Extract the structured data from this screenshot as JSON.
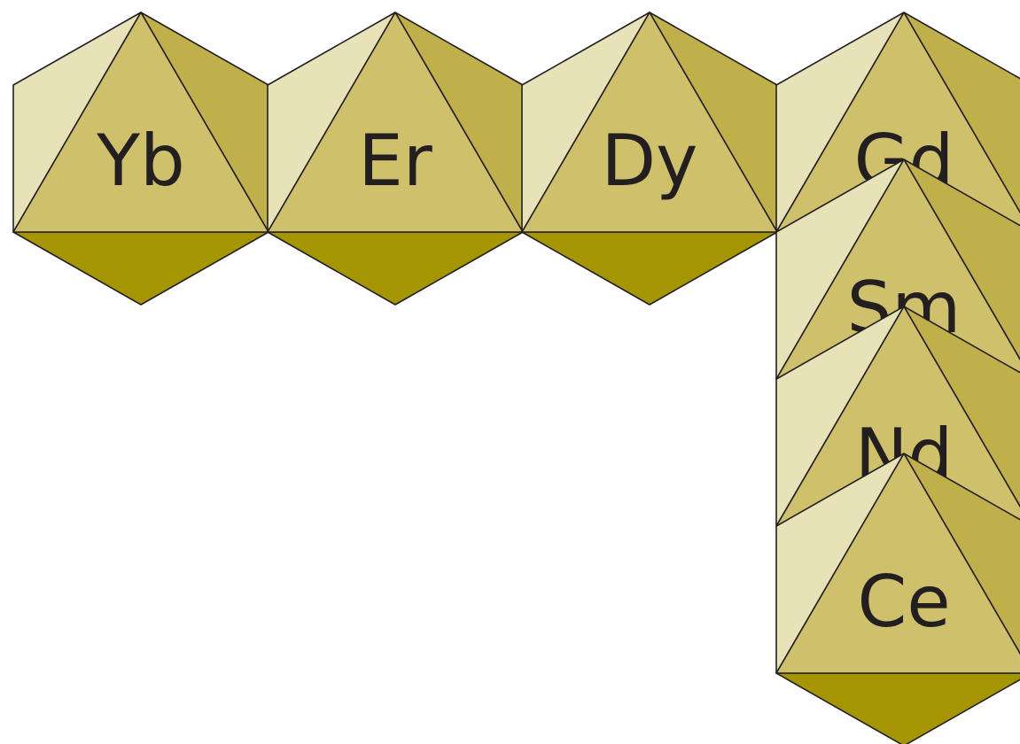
{
  "colors": {
    "left_face": "#e7e2b8",
    "front_face": "#cfc16b",
    "right_face": "#c0b04c",
    "bottom_face": "#a59500",
    "edge": "#231f20",
    "label": "#231f20",
    "background": "#ffffff"
  },
  "polyhedra": [
    {
      "label": "Yb",
      "has_bottom": true
    },
    {
      "label": "Er",
      "has_bottom": true
    },
    {
      "label": "Dy",
      "has_bottom": true
    },
    {
      "label": "Gd",
      "has_bottom": false
    },
    {
      "label": "Sm",
      "has_bottom": false
    },
    {
      "label": "Nd",
      "has_bottom": false
    },
    {
      "label": "Ce",
      "has_bottom": true
    }
  ]
}
